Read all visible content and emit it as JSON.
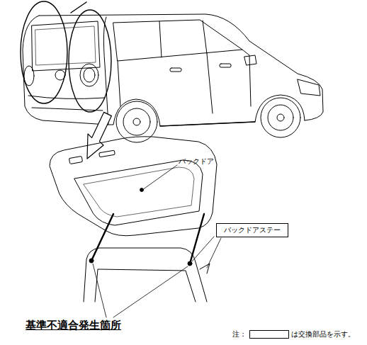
{
  "diagram": {
    "nodes": [
      {
        "text": [
          "バックドアステー"
        ]
      }
    ],
    "labels": [
      "バックドア",
      "基準不適合発生箇所",
      "注："
    ],
    "legend": [
      {
        "text": "は交換部品を示す。"
      }
    ]
  }
}
